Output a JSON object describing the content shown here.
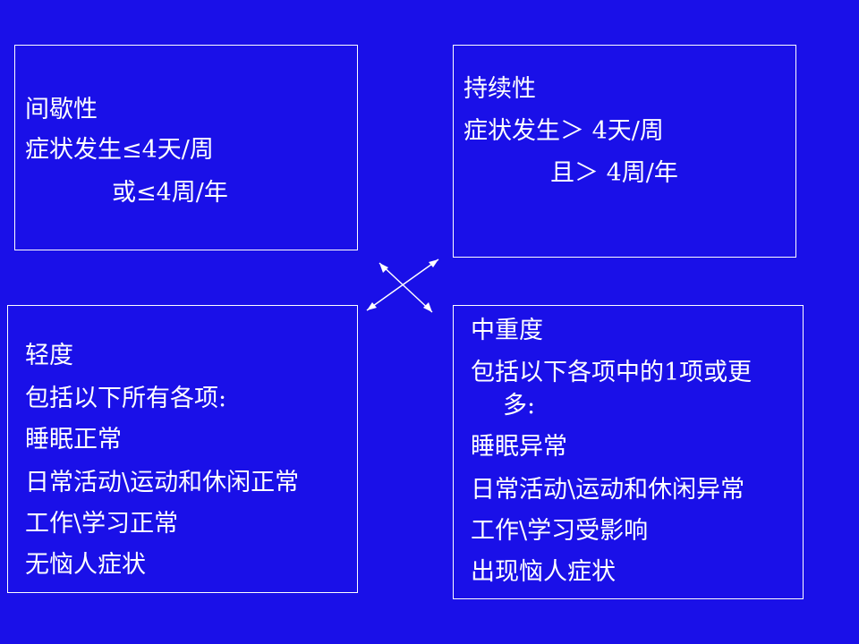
{
  "intermittent": {
    "title": "间歇性",
    "line1": "症状发生≤4天/周",
    "line2": "或≤4周/年"
  },
  "persistent": {
    "title": "持续性",
    "line1": "症状发生＞ 4天/周",
    "line2": "且＞ 4周/年"
  },
  "mild": {
    "title": "轻度",
    "intro": "包括以下所有各项:",
    "items": [
      "睡眠正常",
      "日常活动\\运动和休闲正常",
      "工作\\学习正常",
      "无恼人症状"
    ]
  },
  "moderate_severe": {
    "title": "中重度",
    "intro_line1": "包括以下各项中的1项或更",
    "intro_line2": "多:",
    "items": [
      "睡眠异常",
      "日常活动\\运动和休闲异常",
      "工作\\学习受影响",
      "出现恼人症状"
    ]
  },
  "colors": {
    "background": "#1a10e8",
    "foreground": "#ffffff"
  }
}
